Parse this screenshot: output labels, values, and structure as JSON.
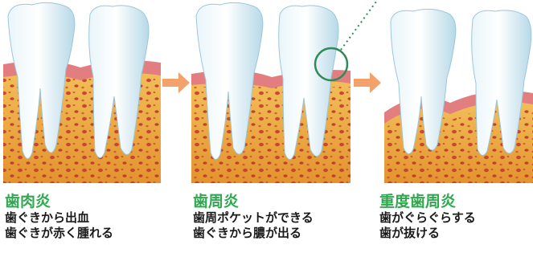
{
  "stages": [
    {
      "title": "歯肉炎",
      "lines": [
        "歯ぐきから出血",
        "歯ぐきが赤く腫れる"
      ]
    },
    {
      "title": "歯周炎",
      "lines": [
        "歯周ポケットができる",
        "歯ぐきから膿が出る"
      ]
    },
    {
      "title": "重度歯周炎",
      "lines": [
        "歯がぐらぐらする",
        "歯が抜ける"
      ]
    }
  ],
  "colors": {
    "title_green": "#2fa84f",
    "arrow_orange": "#f4a26b",
    "bone_orange": "#e9a23a",
    "gum_pink": "#e98a87",
    "tooth_blue": "#cfe7f2",
    "highlight_circle": "#2e8b57"
  }
}
